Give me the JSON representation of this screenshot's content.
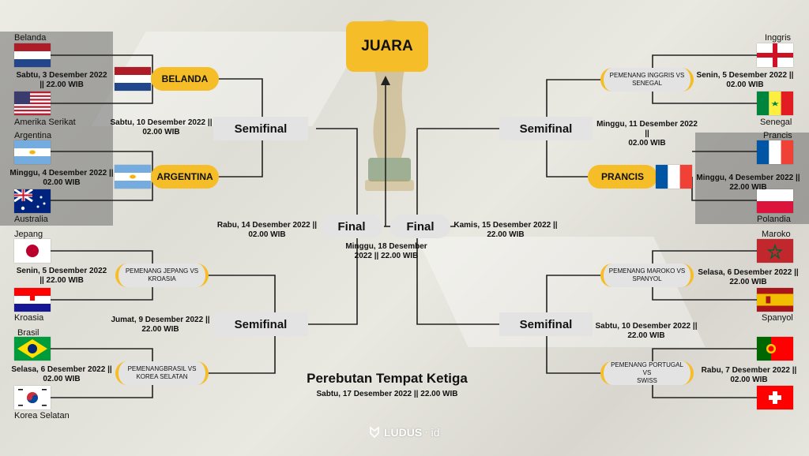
{
  "champion": "JUARA",
  "stage_labels": {
    "semifinal": "Semifinal",
    "final": "Final"
  },
  "left_top": {
    "m1": {
      "team_a": "Belanda",
      "team_b": "Amerika Serikat",
      "date": "Sabtu, 3 Desember 2022\n|| 22.00 WIB",
      "winner": "BELANDA"
    },
    "m2": {
      "team_a": "Argentina",
      "team_b": "Australia",
      "date": "Minggu, 4 Desember 2022 ||\n02.00 WIB",
      "winner": "ARGENTINA"
    },
    "semi_date": "Sabtu, 10  Desember 2022 ||\n02.00 WIB"
  },
  "left_bottom": {
    "m1": {
      "team_a": "Jepang",
      "team_b": "Kroasia",
      "date": "Senin, 5 Desember 2022\n|| 22.00 WIB",
      "pending": "PEMENANG JEPANG VS\nKROASIA"
    },
    "m2": {
      "team_a": "Brasil",
      "team_b": "Korea Selatan",
      "date": "Selasa, 6 Desember 2022 ||\n02.00 WIB",
      "pending": "PEMENANGBRASIL VS\nKOREA SELATAN"
    },
    "semi_date": "Jumat, 9 Desember 2022 ||\n22.00 WIB"
  },
  "right_top": {
    "m1": {
      "team_a": "Inggris",
      "team_b": "Senegal",
      "date": "Senin, 5 Desember 2022 ||\n02.00 WIB",
      "pending": "PEMENANG INGGRIS VS\nSENEGAL"
    },
    "m2": {
      "team_a": "Prancis",
      "team_b": "Polandia",
      "date": "Minggu, 4 Desember 2022 ||\n22.00 WIB",
      "winner": "PRANCIS"
    },
    "semi_date": "Minggu, 11  Desember 2022 ||\n02.00 WIB"
  },
  "right_bottom": {
    "m1": {
      "team_a": "Maroko",
      "team_b": "Spanyol",
      "date": "Selasa, 6 Desember 2022 ||\n22.00 WIB",
      "pending": "PEMENANG MAROKO VS\nSPANYOL"
    },
    "m2": {
      "team_a": "Portugal",
      "team_b": "Swiss",
      "date": "Rabu, 7 Desember 2022 ||\n02.00 WIB",
      "pending": "PEMENANG PORTUGAL VS\nSWISS"
    },
    "semi_date": "Sabtu, 10  Desember 2022 ||\n22.00 WIB"
  },
  "final_left_date": "Rabu, 14  Desember 2022 ||\n02.00 WIB",
  "final_right_date": "Kamis, 15  Desember 2022 ||\n22.00 WIB",
  "final_date": "Minggu, 18  Desember\n2022 || 22.00 WIB",
  "third_place": {
    "title": "Perebutan Tempat Ketiga",
    "date": "Sabtu, 17 Desember 2022 || 22.00 WIB"
  },
  "logo": {
    "text": "LUDUS",
    "suffix": "id"
  },
  "colors": {
    "accent": "#f5bd27",
    "pill": "#e3e3e3",
    "line": "#222222"
  }
}
